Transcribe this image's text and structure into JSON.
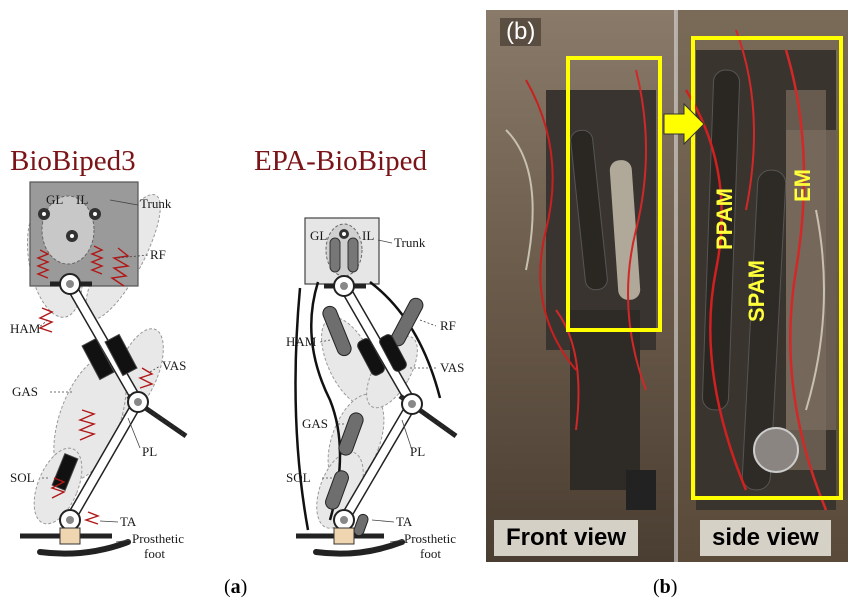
{
  "panel_a": {
    "left_title": "BioBiped3",
    "right_title": "EPA-BioBiped",
    "left_labels": {
      "gl": "GL",
      "il": "IL",
      "trunk": "Trunk",
      "rf": "RF",
      "ham": "HAM",
      "vas": "VAS",
      "gas": "GAS",
      "pl": "PL",
      "sol": "SOL",
      "ta": "TA",
      "prosthetic": "Prosthetic",
      "foot": "foot"
    },
    "right_labels": {
      "gl": "GL",
      "il": "IL",
      "trunk": "Trunk",
      "rf": "RF",
      "ham": "HAM",
      "vas": "VAS",
      "gas": "GAS",
      "pl": "PL",
      "sol": "SOL",
      "ta": "TA",
      "prosthetic": "Prosthetic",
      "foot": "foot"
    },
    "caption_letter": "a"
  },
  "panel_b": {
    "photo_label": "(b)",
    "front_view": "Front view",
    "side_view": "side view",
    "muscles": {
      "ppam": "PPAM",
      "spam": "SPAM",
      "em": "EM"
    },
    "caption_letter": "b"
  },
  "colors": {
    "title_red": "#7a1418",
    "spring_red": "#b01818",
    "highlight_yellow": "#ffff00",
    "trunk_gray": "#9a9a9a"
  }
}
